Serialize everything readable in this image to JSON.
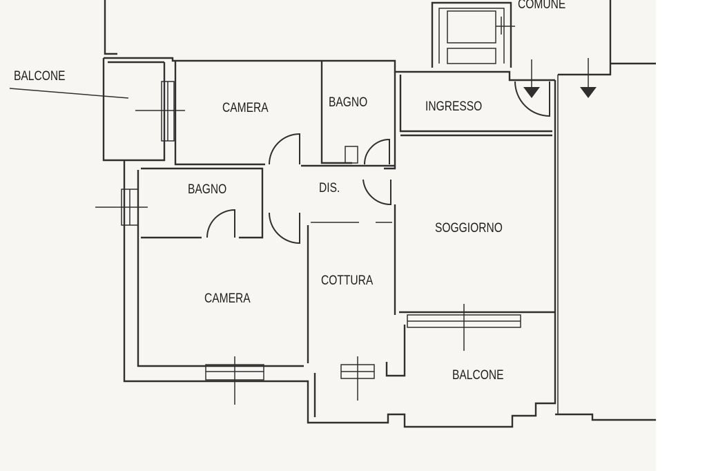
{
  "rooms": {
    "balcone_left": "BALCONE",
    "camera_top": "CAMERA",
    "bagno_top": "BAGNO",
    "ingresso": "INGRESSO",
    "comune": "COMUNE",
    "bagno_left": "BAGNO",
    "dis": "DIS.",
    "soggiorno": "SOGGIORNO",
    "cottura": "COTTURA",
    "camera_bottom": "CAMERA",
    "balcone_bottom": "BALCONE"
  },
  "colors": {
    "background": "#f7f6f2",
    "wall": "#2f2f2f"
  }
}
